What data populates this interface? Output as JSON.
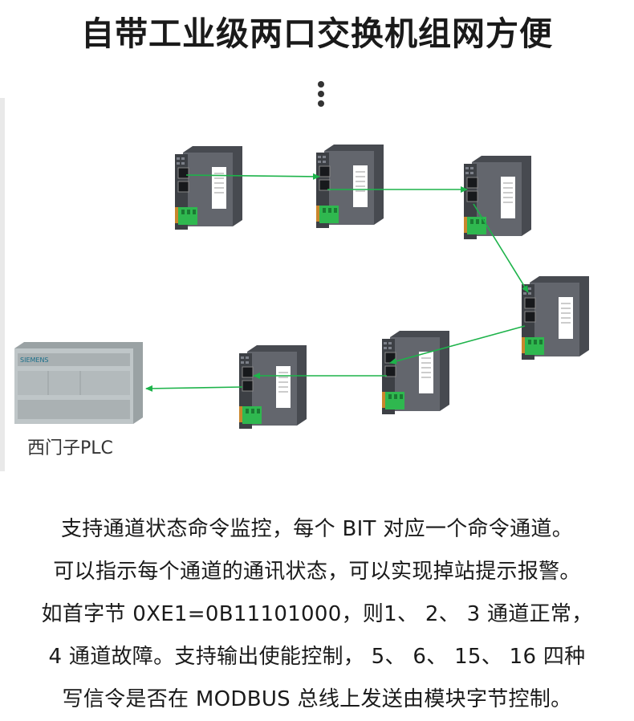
{
  "title": "自带工业级两口交换机组网方便",
  "plc_label": "西门子PLC",
  "plc_brand": "SIEMENS",
  "body_lines": [
    "支持通道状态命令监控，每个 BIT 对应一个命令通道。",
    "可以指示每个通道的通讯状态，可以实现掉站提示报警。",
    "如首字节 0XE1=0B11101000，则1、 2、 3 通道正常，",
    "4 通道故障。支持输出使能控制， 5、 6、 15、 16 四种",
    "写信令是否在 MODBUS 总线上发送由模块字节控制。"
  ],
  "colors": {
    "arrow": "#1db34a",
    "device_body": "#5e6168",
    "terminal": "#2fb84f"
  }
}
